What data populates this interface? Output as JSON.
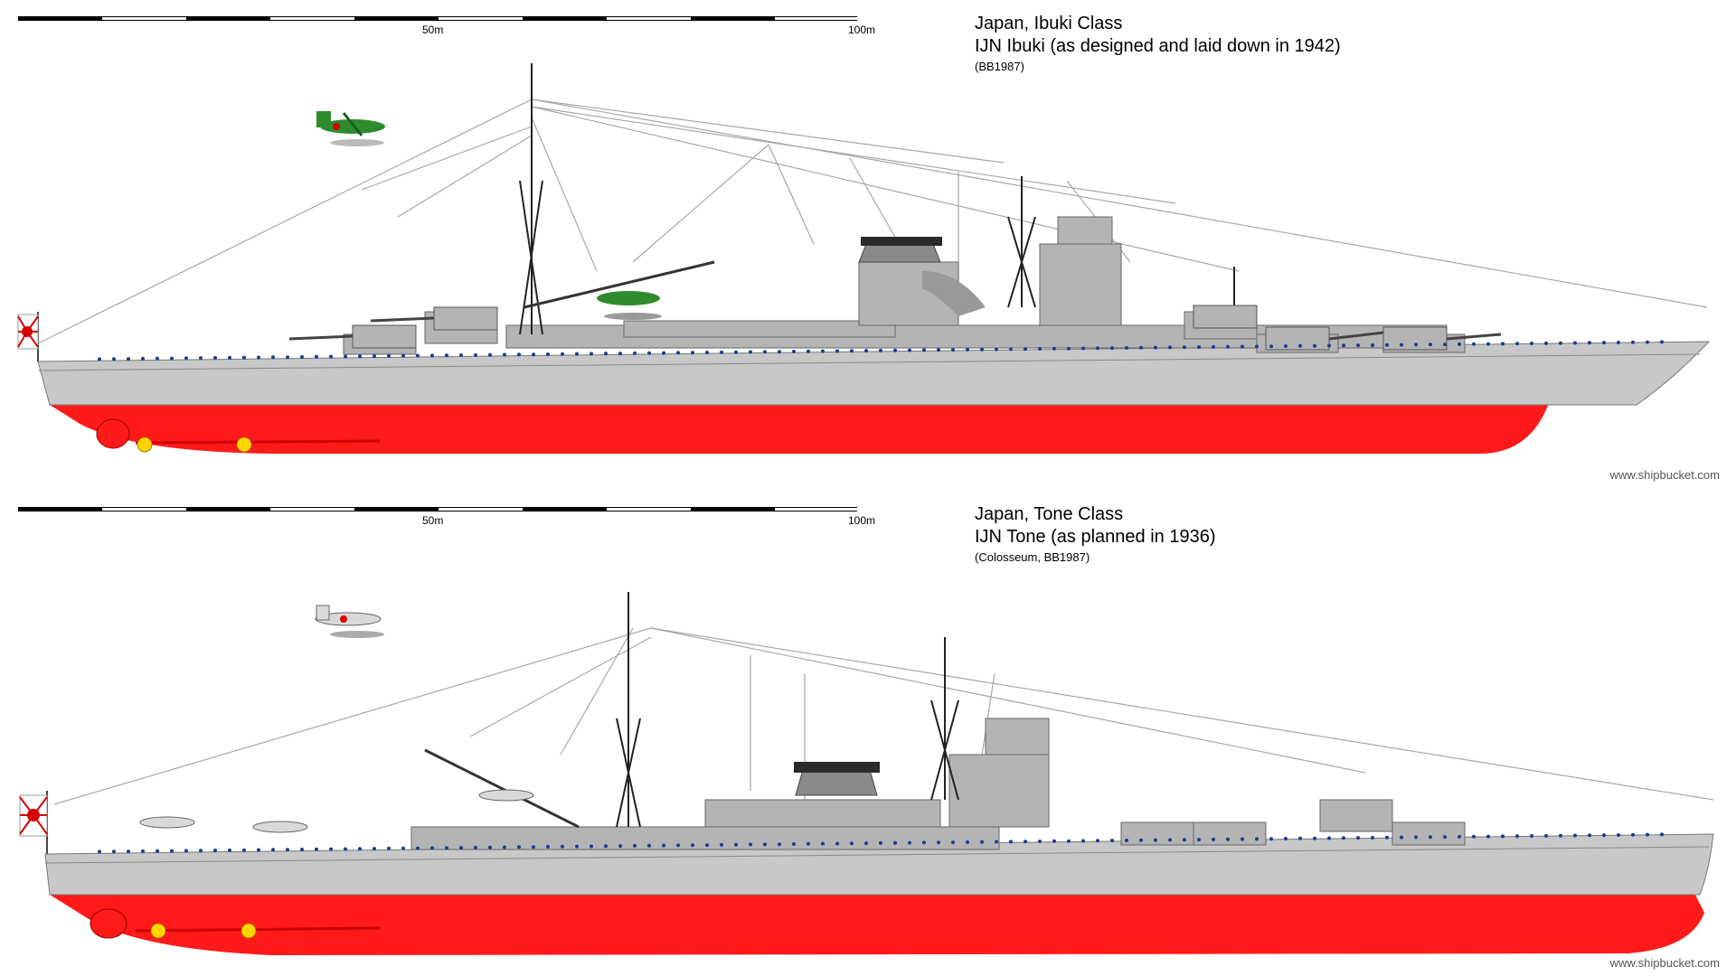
{
  "colors": {
    "hull": "#c8c8c8",
    "bottom": "#ff1a1a",
    "superstructure": "#b4b4b4",
    "funnel_cap": "#2a2a2a",
    "rigging": "#a0a0a0",
    "porthole": "#1a3d8f",
    "propeller": "#ffd400",
    "aircraft_ibuki": "#2e8b2e",
    "aircraft_tone": "#d9d9d9",
    "flag_red": "#d40000"
  },
  "panels": [
    {
      "scale_labels": {
        "mid": "50m",
        "end": "100m"
      },
      "title_line1": "Japan, Ibuki Class",
      "title_line2": "IJN Ibuki (as designed and laid down in 1942)",
      "credit": "(BB1987)",
      "watermark": "www.shipbucket.com"
    },
    {
      "scale_labels": {
        "mid": "50m",
        "end": "100m"
      },
      "title_line1": "Japan, Tone Class",
      "title_line2": "IJN Tone (as planned in 1936)",
      "credit": "(Colosseum, BB1987)",
      "watermark": "www.shipbucket.com"
    }
  ]
}
